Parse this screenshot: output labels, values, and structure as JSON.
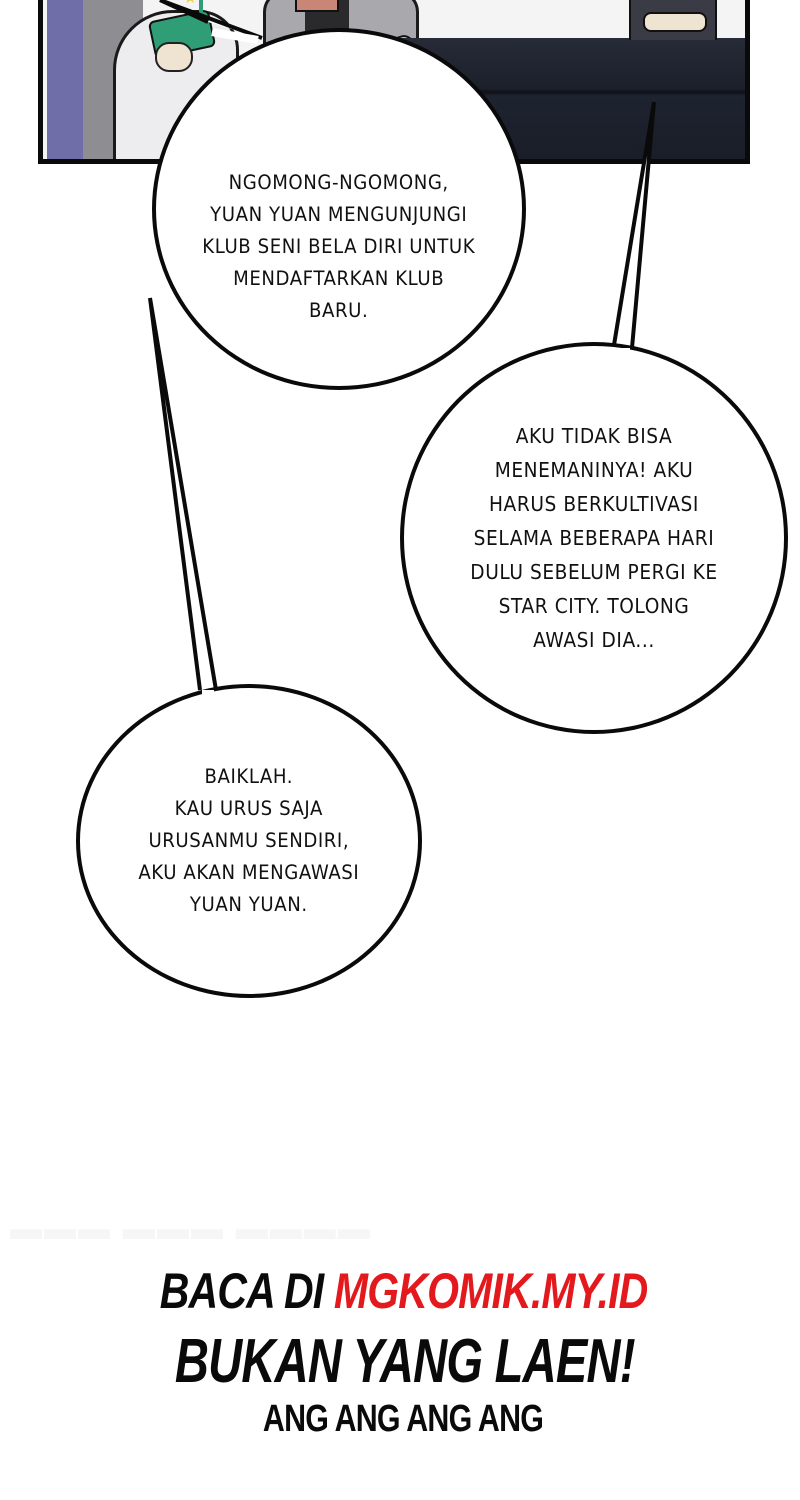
{
  "colors": {
    "outline": "#0a0a0a",
    "bubble_fill": "#ffffff",
    "promo_accent": "#e3191d",
    "table_dark": "#1f2430",
    "hair_purple": "#6f6ea8",
    "green_accent": "#2f9e77",
    "jacket_gray": "#a9a9ad"
  },
  "panel": {
    "description": "Top comic panel: characters seated around a dark wooden table"
  },
  "bubbles": [
    {
      "id": "bubble-1",
      "lines": "NGOMONG-NGOMONG,\nYUAN YUAN MENGUNJUNGI\nKLUB SENI BELA DIRI UNTUK\nMENDAFTARKAN KLUB\nBARU."
    },
    {
      "id": "bubble-2",
      "lines": "AKU TIDAK BISA\nMENEMANINYA! AKU\nHARUS BERKULTIVASI\nSELAMA BEBERAPA HARI\nDULU SEBELUM PERGI KE\nSTAR CITY. TOLONG\nAWASI DIA..."
    },
    {
      "id": "bubble-3",
      "lines": "BAIKLAH.\nKAU URUS SAJA\nURUSANMU SENDIRI,\nAKU AKAN MENGAWASI\nYUAN YUAN."
    }
  ],
  "promo": {
    "line1_prefix": "BACA DI ",
    "line1_site": "MGKOMIK.MY.ID",
    "line2": "BUKAN YANG LAEN!",
    "line3": "ANG ANG ANG ANG"
  }
}
